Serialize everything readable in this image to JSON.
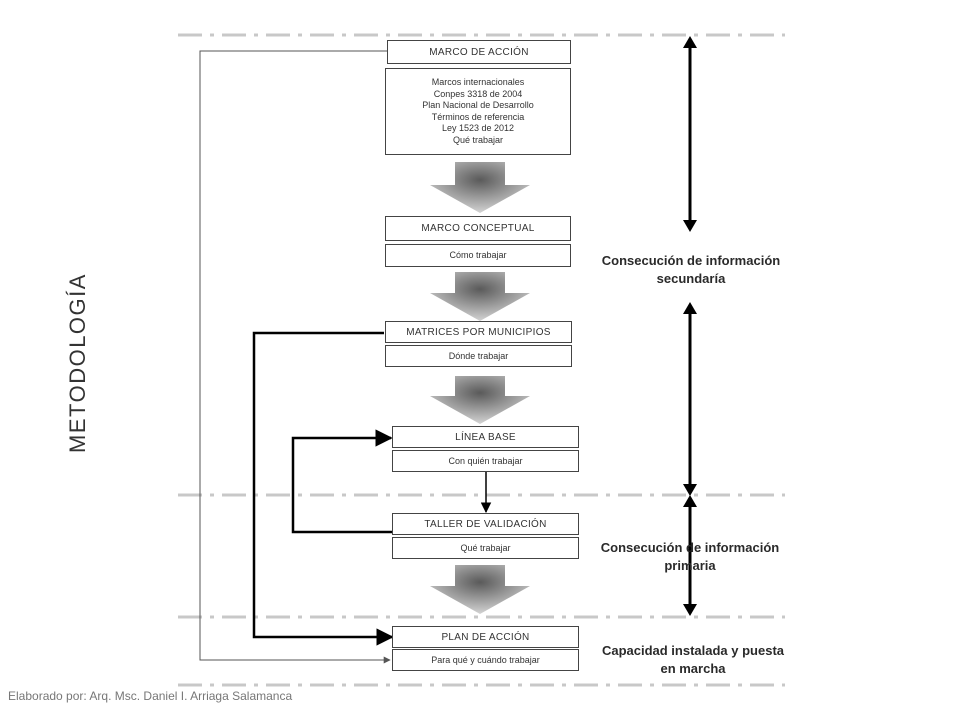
{
  "vertical_title": "METODOLOGÍA",
  "steps": {
    "marco_accion": {
      "title": "MARCO DE ACCIÓN",
      "items": [
        "Marcos internacionales",
        "Conpes 3318 de 2004",
        "Plan Nacional de Desarrollo",
        "Términos de referencia",
        "Ley 1523 de 2012",
        "Qué trabajar"
      ]
    },
    "marco_conceptual": {
      "title": "MARCO CONCEPTUAL",
      "sub": "Cómo trabajar"
    },
    "matrices": {
      "title": "MATRICES POR MUNICIPIOS",
      "sub": "Dónde trabajar"
    },
    "linea_base": {
      "title": "LÍNEA BASE",
      "sub": "Con quién trabajar"
    },
    "taller": {
      "title": "TALLER DE VALIDACIÓN",
      "sub": "Qué trabajar"
    },
    "plan": {
      "title": "PLAN DE ACCIÓN",
      "sub": "Para qué y cuándo trabajar"
    }
  },
  "phases": {
    "secundaria": "Consecución de información secundaría",
    "primaria": "Consecución de información primaria",
    "capacidad": "Capacidad instalada y puesta en marcha"
  },
  "footer": "Elaborado por: Arq. Msc. Daniel I. Arriaga Salamanca",
  "colors": {
    "arrow_dark": "#5a5a5a",
    "arrow_light": "#d4d4d4",
    "dash": "#c8c8c8"
  }
}
